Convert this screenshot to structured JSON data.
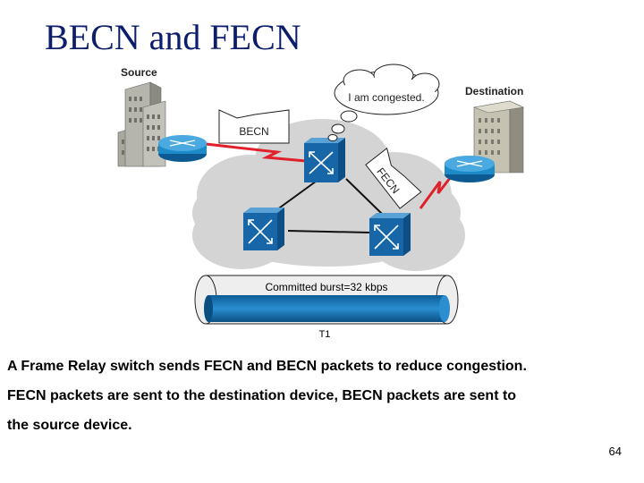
{
  "title": "BECN and FECN",
  "diagram": {
    "source_label": "Source",
    "destination_label": "Destination",
    "thought_bubble": "I am congested.",
    "becn_label": "BECN",
    "fecn_label": "FECN",
    "link_label": "Committed burst=32 kbps",
    "link_type": "T1",
    "colors": {
      "cloud": "#d4d4d4",
      "router": "#1d8bc8",
      "switch": "#1767a8",
      "link_red": "#e0202a",
      "pipe": "#1a78b8"
    }
  },
  "body": {
    "line1": "A Frame Relay switch sends FECN and BECN packets to reduce congestion.",
    "line2": "FECN packets are sent to the destination device, BECN packets are sent to",
    "line3": "the source device."
  },
  "page_number": "64"
}
